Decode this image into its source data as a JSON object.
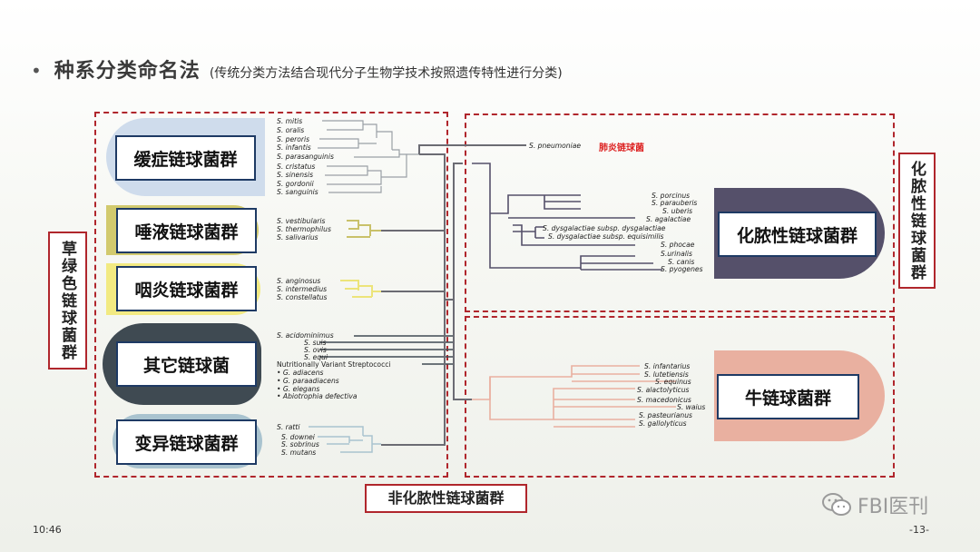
{
  "heading": {
    "bullet": "•",
    "title": "种系分类命名法",
    "subtitle": "(传统分类方法结合现代分子生物学技术按照遗传特性进行分类)"
  },
  "labels": {
    "viridans": "草绿色链球菌群",
    "pyogenic": "化脓性链球菌群",
    "nonpyogenic": "非化脓性链球菌群"
  },
  "groups": {
    "mitis": "缓症链球菌群",
    "salivarius": "唾液链球菌群",
    "anginosus": "咽炎链球菌群",
    "other": "其它链球菌",
    "mutans": "变异链球菌群",
    "pyogenic": "化脓性链球菌群",
    "bovis": "牛链球菌群"
  },
  "species": {
    "mitis": [
      "S. mitis",
      "S. oralis",
      "S. peroris",
      "S. infantis",
      "S. parasanguinis",
      "S. cristatus",
      "S. sinensis",
      "S. gordonii",
      "S. sanguinis"
    ],
    "salivarius": [
      "S. vestibularis",
      "S. thermophilus",
      "S. salivarius"
    ],
    "anginosus": [
      "S. anginosus",
      "S. intermedius",
      "S. constellatus"
    ],
    "other": [
      "S. acidominimus",
      "S. suis",
      "S. ovis",
      "S. equi",
      "Nutritionally Variant Streptococci",
      "• G. adiacens",
      "• G. paraadiacens",
      "• G. elegans",
      "• Abiotrophia defectiva"
    ],
    "mutans": [
      "S. ratti",
      "S. downei",
      "S. sobrinus",
      "S. mutans"
    ],
    "pneumo": "S. pneumoniae",
    "pneumo_cn": "肺炎链球菌",
    "pyogenic": [
      "S. porcinus",
      "S. parauberis",
      "S. uberis",
      "S. agalactiae",
      "S. dysgalactiae subsp. dysgalactiae",
      "S. dysgalactiae subsp. equisimilis",
      "S. phocae",
      "S.urinalis",
      "S. canis",
      "S. pyogenes"
    ],
    "bovis": [
      "S. infantarius",
      "S. lutetiensis",
      "S. equinus",
      "S. alactolyticus",
      "S. macedonicus",
      "S. waius",
      "S. pasteurianus",
      "S. gallolyticus"
    ]
  },
  "footer": {
    "time": "10:46",
    "page": "-13-",
    "brand": "FBI医刊"
  },
  "colors": {
    "frame": "#b0262c",
    "mitis": "#cfdcec",
    "salivarius": "#c9c16a",
    "anginosus": "#ece47a",
    "other": "#3f4a52",
    "mutans": "#a9c3cf",
    "pyogenic": "#55506a",
    "bovis": "#e9b0a0",
    "trunk": "#6b6b73"
  }
}
